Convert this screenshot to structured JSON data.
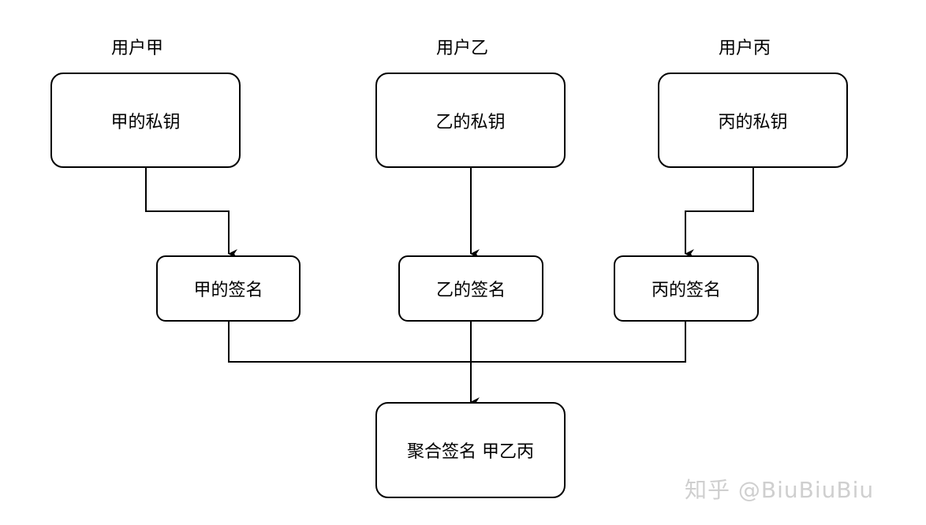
{
  "users": [
    {
      "label": "用户甲",
      "private_key": "甲的私钥",
      "signature": "甲的签名"
    },
    {
      "label": "用户乙",
      "private_key": "乙的私钥",
      "signature": "乙的签名"
    },
    {
      "label": "用户丙",
      "private_key": "丙的私钥",
      "signature": "丙的签名"
    }
  ],
  "aggregate": {
    "label": "聚合签名 甲乙丙"
  },
  "watermark": "知乎 @BiuBiuBiu",
  "colors": {
    "stroke": "#000000",
    "background": "#ffffff",
    "watermark": "#cfcfcf"
  }
}
